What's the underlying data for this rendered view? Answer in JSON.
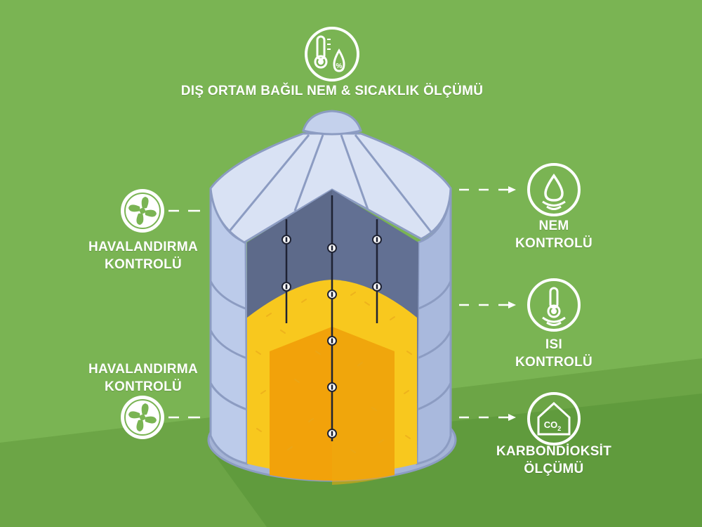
{
  "colors": {
    "background": "#79b452",
    "background_dark": "#6aa144",
    "icon_white": "#ffffff",
    "silo_wall": "#b7c6e6",
    "silo_outline": "#8c9cc2",
    "grain_yellow": "#f8c81e",
    "grain_orange": "#f2a20a",
    "interior_dark": "#5d6a8a"
  },
  "top_sensor": {
    "icon": "thermometer-droplet-percent-icon",
    "label": "DIŞ ORTAM BAĞIL NEM & SICAKLIK ÖLÇÜMÜ"
  },
  "left_controls": [
    {
      "icon": "fan-icon",
      "label_line1": "HAVALANDIRMA",
      "label_line2": "KONTROLÜ"
    },
    {
      "icon": "fan-icon",
      "label_line1": "HAVALANDIRMA",
      "label_line2": "KONTROLÜ"
    }
  ],
  "right_controls": [
    {
      "icon": "water-drop-icon",
      "label_line1": "NEM",
      "label_line2": "KONTROLÜ"
    },
    {
      "icon": "thermometer-icon",
      "label_line1": "ISI",
      "label_line2": "KONTROLÜ"
    },
    {
      "icon": "co2-house-icon",
      "label_line1": "KARBONDİOKSİT",
      "label_line2": "ÖLÇÜMÜ",
      "icon_text": "CO2"
    }
  ]
}
